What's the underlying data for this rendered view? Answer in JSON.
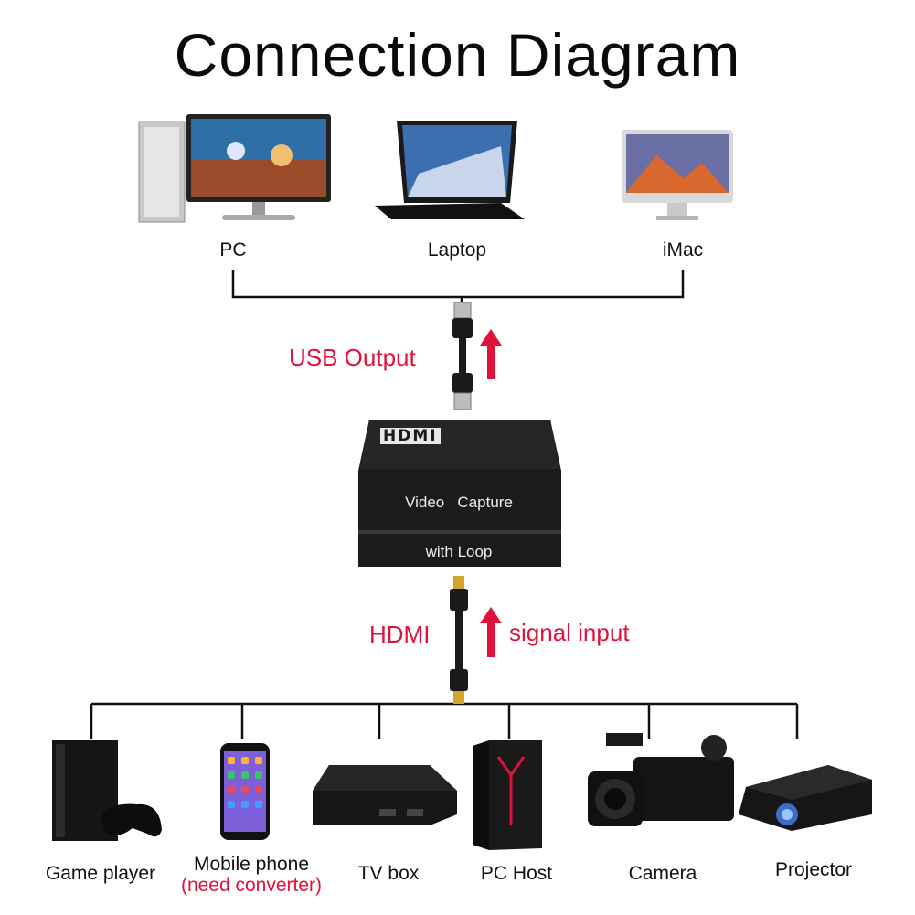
{
  "title": "Connection Diagram",
  "top_devices": [
    {
      "label": "PC",
      "icon": "desktop-pc-icon"
    },
    {
      "label": "Laptop",
      "icon": "laptop-icon"
    },
    {
      "label": "iMac",
      "icon": "imac-icon"
    }
  ],
  "usb_label": "USB Output",
  "capture_device": {
    "logo": "HDMI",
    "line1": "Video   Capture",
    "line2": "with Loop"
  },
  "hdmi_label": "HDMI",
  "signal_label": "signal input",
  "bottom_devices": [
    {
      "label": "Game player",
      "icon": "game-console-icon"
    },
    {
      "label": "Mobile phone",
      "note": "(need converter)",
      "icon": "mobile-phone-icon"
    },
    {
      "label": "TV box",
      "icon": "tv-box-icon"
    },
    {
      "label": "PC Host",
      "icon": "pc-tower-icon"
    },
    {
      "label": "Camera",
      "icon": "camcorder-icon"
    },
    {
      "label": "Projector",
      "icon": "projector-icon"
    }
  ],
  "colors": {
    "accent_red": "#e0123a",
    "device_dark": "#1b1b1b",
    "line": "#111111"
  }
}
